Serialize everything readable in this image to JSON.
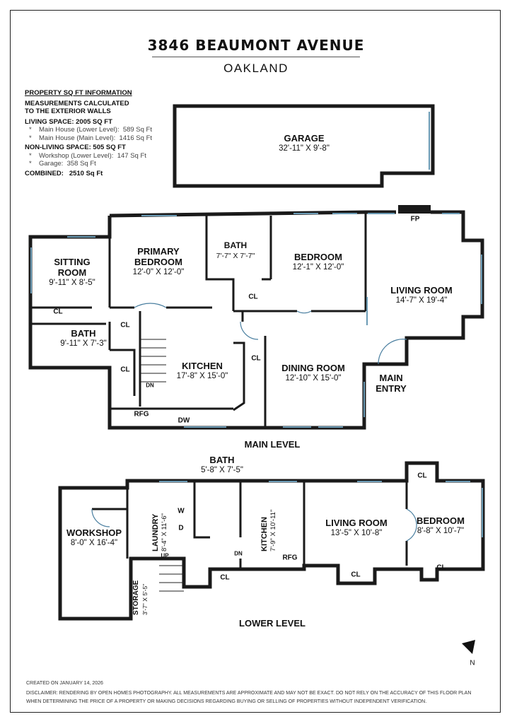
{
  "header": {
    "address": "3846 BEAUMONT AVENUE",
    "city": "OAKLAND"
  },
  "sqft": {
    "heading": "PROPERTY SQ FT INFORMATION",
    "note_line1": "MEASUREMENTS CALCULATED",
    "note_line2": "TO THE EXTERIOR WALLS",
    "living_title": "LIVING SPACE: 2005 SQ FT",
    "living_items": [
      {
        "label": "Main House (Lower Level):",
        "value": "589 Sq Ft"
      },
      {
        "label": "Main House (Main Level):",
        "value": "1416 Sq Ft"
      }
    ],
    "nonliving_title": "NON-LIVING SPACE: 505 SQ FT",
    "nonliving_items": [
      {
        "label": "Workshop (Lower Level):",
        "value": "147 Sq Ft"
      },
      {
        "label": "Garage:",
        "value": "358 Sq Ft"
      }
    ],
    "combined_label": "COMBINED:",
    "combined_value": "2510  Sq Ft",
    "bullet": "*"
  },
  "main_level": {
    "label": "MAIN LEVEL",
    "garage": {
      "name": "GARAGE",
      "dims": "32'-11\" X 9'-8\""
    },
    "sitting": {
      "name1": "SITTING",
      "name2": "ROOM",
      "dims": "9'-11\" X 8'-5\""
    },
    "primary": {
      "name1": "PRIMARY",
      "name2": "BEDROOM",
      "dims": "12'-0\" X 12'-0\""
    },
    "bath_upper": {
      "name": "BATH",
      "dims": "7'-7\" X 7'-7\""
    },
    "bedroom": {
      "name": "BEDROOM",
      "dims": "12'-1\" X 12'-0\""
    },
    "living": {
      "name": "LIVING ROOM",
      "dims": "14'-7\" X 19'-4\""
    },
    "bath_left": {
      "name": "BATH",
      "dims": "9'-11\" X 7'-3\""
    },
    "kitchen": {
      "name": "KITCHEN",
      "dims": "17'-8\" X 15'-0\""
    },
    "dining": {
      "name": "DINING ROOM",
      "dims": "12'-10\" X 15'-0\""
    },
    "entry": {
      "name1": "MAIN",
      "name2": "ENTRY"
    },
    "fp": "FP",
    "cl": "CL",
    "rfg": "RFG",
    "dw": "DW",
    "dn": "DN"
  },
  "lower_level": {
    "label": "LOWER LEVEL",
    "bath": {
      "name": "BATH",
      "dims": "5'-8\" X 7'-5\""
    },
    "workshop": {
      "name": "WORKSHOP",
      "dims": "8'-0\" X 16'-4\""
    },
    "laundry": {
      "name": "LAUNDRY",
      "dims": "8'-4\" X 11'-6\""
    },
    "kitchen": {
      "name": "KITCHEN",
      "dims": "7'-9\" X 10'-11\""
    },
    "living": {
      "name": "LIVING ROOM",
      "dims": "13'-5\" X 10'-8\""
    },
    "bedroom": {
      "name": "BEDROOM",
      "dims": "8'-8\" X 10'-7\""
    },
    "storage": {
      "name": "STORAGE",
      "dims": "3'-7\" X 5'-5\""
    },
    "cl": "CL",
    "rfg": "RFG",
    "w": "W",
    "d": "D",
    "up": "UP",
    "dn": "DN"
  },
  "compass": "N",
  "footer": {
    "created": "CREATED ON JANUARY 14, 2026",
    "line1": "DISCLAIMER: RENDERING BY OPEN HOMES PHOTOGRAPHY. ALL MEASUREMENTS ARE APPROXIMATE AND MAY NOT BE EXACT. DO NOT RELY ON THE ACCURACY OF THIS FLOOR PLAN",
    "line2": "WHEN DETERMINING THE PRICE OF A PROPERTY OR MAKING DECISIONS REGARDING BUYING OR SELLING OF PROPERTIES WITHOUT INDEPENDENT VERIFICATION."
  }
}
